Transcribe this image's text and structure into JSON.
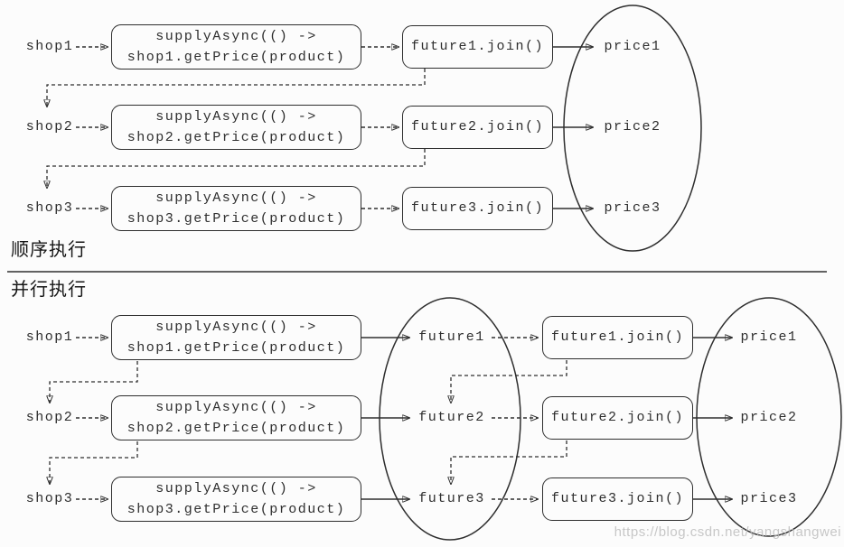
{
  "colors": {
    "stroke": "#2e2e2e",
    "background": "#fcfcfc",
    "watermark": "#b9b9b9"
  },
  "watermark": {
    "text": "https://blog.csdn.net/yangshangwei"
  },
  "sections": {
    "sequential": {
      "label": "顺序执行",
      "rows": [
        {
          "shop": "shop1",
          "async_line1": "supplyAsync(() ->",
          "async_line2": "shop1.getPrice(product)",
          "join": "future1.join()",
          "price": "price1"
        },
        {
          "shop": "shop2",
          "async_line1": "supplyAsync(() ->",
          "async_line2": "shop2.getPrice(product)",
          "join": "future2.join()",
          "price": "price2"
        },
        {
          "shop": "shop3",
          "async_line1": "supplyAsync(() ->",
          "async_line2": "shop3.getPrice(product)",
          "join": "future3.join()",
          "price": "price3"
        }
      ]
    },
    "parallel": {
      "label": "并行执行",
      "rows": [
        {
          "shop": "shop1",
          "async_line1": "supplyAsync(() ->",
          "async_line2": "shop1.getPrice(product)",
          "future": "future1",
          "join": "future1.join()",
          "price": "price1"
        },
        {
          "shop": "shop2",
          "async_line1": "supplyAsync(() ->",
          "async_line2": "shop2.getPrice(product)",
          "future": "future2",
          "join": "future2.join()",
          "price": "price2"
        },
        {
          "shop": "shop3",
          "async_line1": "supplyAsync(() ->",
          "async_line2": "shop3.getPrice(product)",
          "future": "future3",
          "join": "future3.join()",
          "price": "price3"
        }
      ]
    }
  }
}
